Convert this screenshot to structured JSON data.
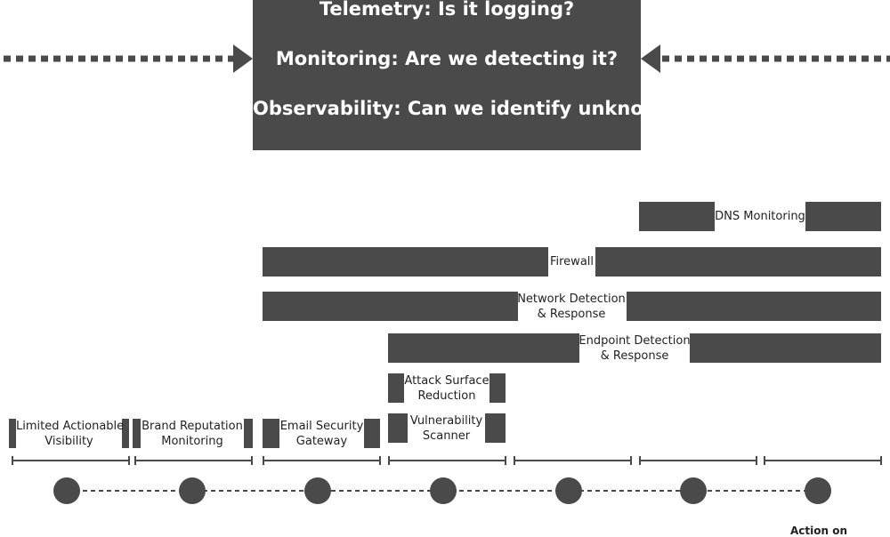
{
  "header_box": {
    "lines": [
      "Telemetry: Is it logging?",
      "Monitoring: Are we detecting it?",
      "Observability: Can we identify unknowns?"
    ]
  },
  "capabilities": {
    "dns": {
      "line1": "DNS Monitoring"
    },
    "firewall": {
      "line1": "Firewall"
    },
    "ndr": {
      "line1": "Network Detection",
      "line2": "& Response"
    },
    "edr": {
      "line1": "Endpoint Detection",
      "line2": "& Response"
    },
    "asr": {
      "line1": "Attack Surface",
      "line2": "Reduction"
    },
    "vuln": {
      "line1": "Vulnerability",
      "line2": "Scanner"
    },
    "lav": {
      "line1": "Limited Actionable",
      "line2": "Visibility"
    },
    "brm": {
      "line1": "Brand Reputation",
      "line2": "Monitoring"
    },
    "esg": {
      "line1": "Email Security",
      "line2": "Gateway"
    }
  },
  "footer": {
    "partial_label": "Action on"
  },
  "colors": {
    "bar": "#4a4a4a",
    "text": "#222222",
    "background": "#ffffff"
  }
}
